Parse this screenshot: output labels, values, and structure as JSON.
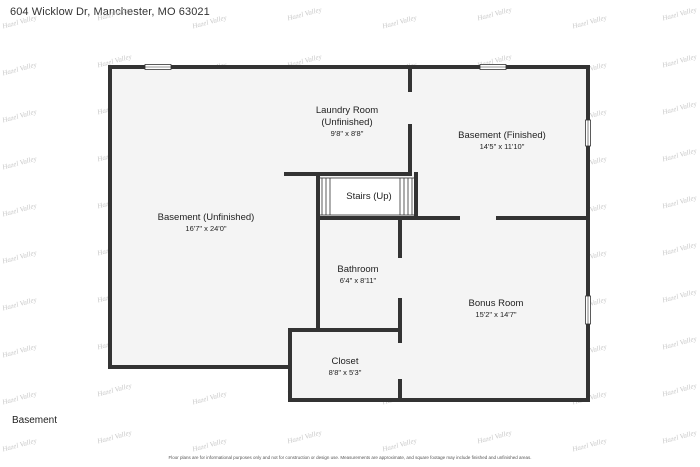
{
  "header": {
    "address": "604 Wicklow Dr, Manchester, MO 63021"
  },
  "floor_label": "Basement",
  "disclaimer": "Floor plans are for informational purposes only and not for construction or design use. Measurements are approximate, and square footage may include finished and unfinished areas.",
  "watermark": "Hazel Valley",
  "rooms": {
    "laundry": {
      "name_line1": "Laundry Room",
      "name_line2": "(Unfinished)",
      "dims": "9'8\" x 8'8\""
    },
    "basement_finished": {
      "name": "Basement (Finished)",
      "dims": "14'5\" x 11'10\""
    },
    "stairs": {
      "name": "Stairs (Up)"
    },
    "basement_unfinished": {
      "name": "Basement (Unfinished)",
      "dims": "16'7\" x 24'0\""
    },
    "bathroom": {
      "name": "Bathroom",
      "dims": "6'4\" x 8'11\""
    },
    "bonus": {
      "name": "Bonus Room",
      "dims": "15'2\" x 14'7\""
    },
    "closet": {
      "name": "Closet",
      "dims": "8'8\" x 5'3\""
    }
  },
  "colors": {
    "wall": "#333333",
    "floor": "#f4f4f4",
    "watermark": "#c8c8c8"
  }
}
